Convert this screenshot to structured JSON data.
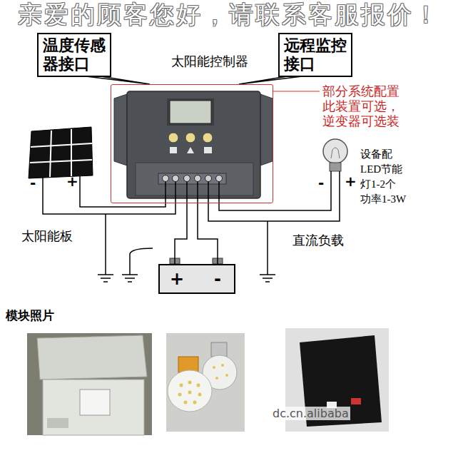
{
  "diagram": {
    "nodes": [
      {
        "text": [
          "温度传感 器接口"
        ]
      },
      {
        "text": [
          "远程监控 接口"
        ]
      },
      {
        "text": [
          "太阳能控制器"
        ]
      },
      {
        "text": [
          "+",
          "-"
        ]
      }
    ],
    "edges": [
      {
        "from": 0,
        "to": 2,
        "arrow": "none"
      },
      {
        "from": 1,
        "to": 2,
        "arrow": "none"
      },
      {
        "from": 2,
        "to": 3,
        "arrow": "none"
      },
      {
        "from": 2,
        "to": 3,
        "arrow": "none"
      }
    ],
    "labels": [
      "亲爱的顾客您好，请联系客服报价！",
      "部分系统配置 此装置可选， 逆变器可选装",
      "-",
      "+",
      "-",
      "+",
      "设备配 LED节能 灯1-2个 功率1-3W",
      "太阳能板",
      "直流负载",
      "模块照片",
      "dc.cn.alibaba"
    ]
  }
}
